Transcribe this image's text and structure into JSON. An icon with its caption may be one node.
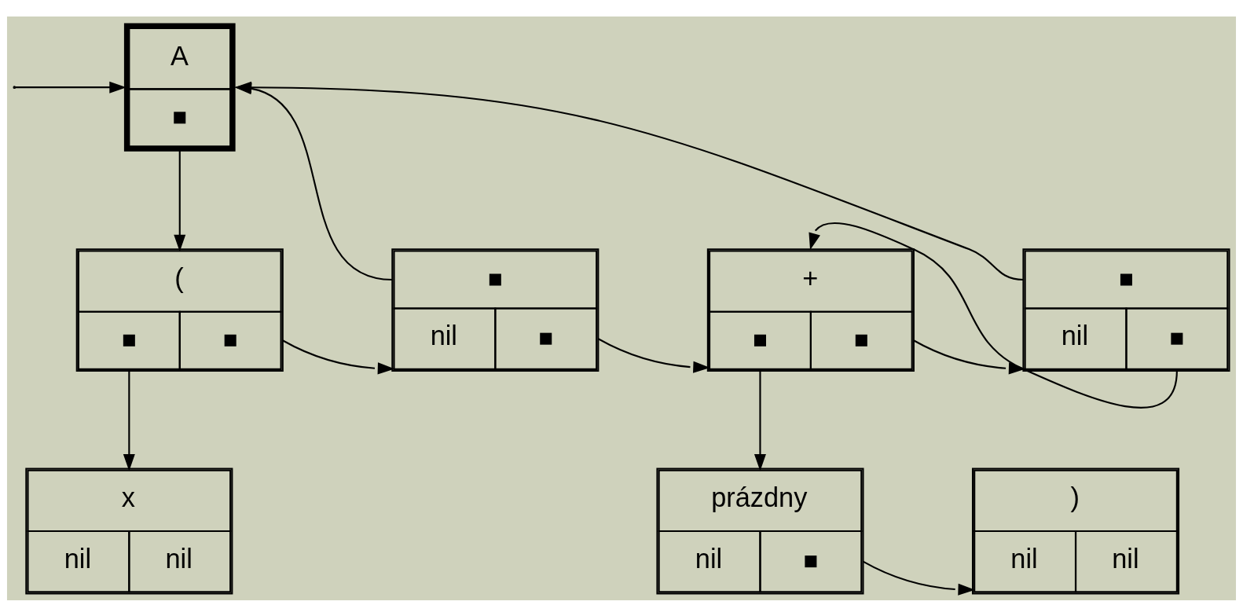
{
  "diagram": {
    "nodes": [
      {
        "text": [
          "A"
        ]
      },
      {
        "text": [
          "("
        ]
      },
      {
        "text": [
          "nil"
        ]
      },
      {
        "text": [
          "+"
        ]
      },
      {
        "text": [
          "nil"
        ]
      },
      {
        "text": [
          "x",
          "nil",
          "nil"
        ]
      },
      {
        "text": [
          "prázdny",
          "nil"
        ]
      },
      {
        "text": [
          ")",
          "nil",
          "nil"
        ]
      }
    ],
    "edges": [
      {
        "from": null,
        "to": 0,
        "arrow": "to"
      },
      {
        "from": 0,
        "to": 1,
        "arrow": "to"
      },
      {
        "from": 1,
        "to": 5,
        "arrow": "to"
      },
      {
        "from": 1,
        "to": 2,
        "arrow": "to"
      },
      {
        "from": 2,
        "to": 0,
        "arrow": "to"
      },
      {
        "from": 2,
        "to": 3,
        "arrow": "to"
      },
      {
        "from": 3,
        "to": 6,
        "arrow": "to"
      },
      {
        "from": 3,
        "to": 4,
        "arrow": "to"
      },
      {
        "from": 4,
        "to": 0,
        "arrow": "to"
      },
      {
        "from": 4,
        "to": 3,
        "arrow": "to"
      },
      {
        "from": 6,
        "to": 7,
        "arrow": "to"
      }
    ]
  }
}
